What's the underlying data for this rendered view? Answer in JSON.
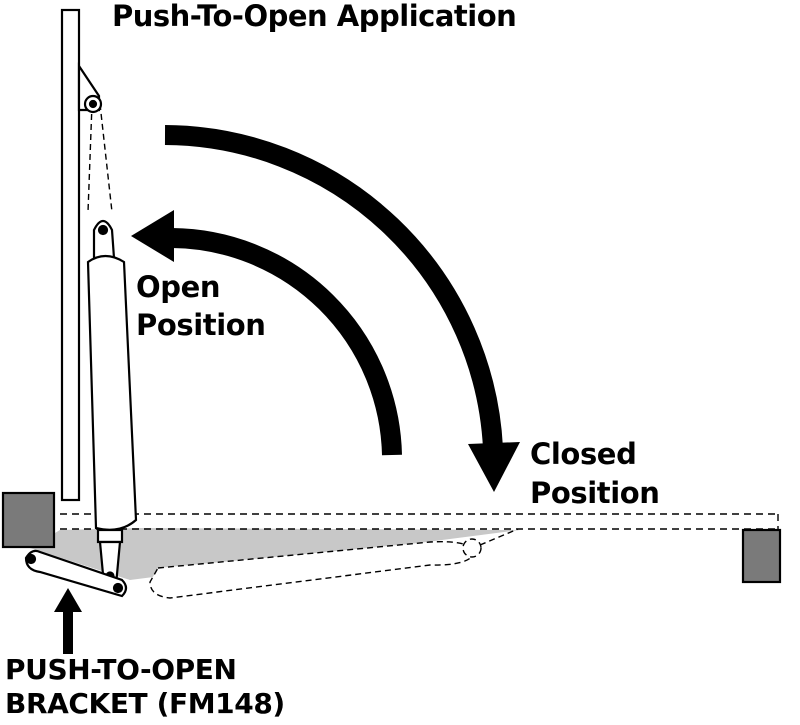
{
  "title": "Push-To-Open Application",
  "open_position": {
    "line1": "Open",
    "line2": "Position"
  },
  "closed_position": {
    "line1": "Closed",
    "line2": "Position"
  },
  "bracket": {
    "line1": "PUSH-TO-OPEN",
    "line2": "BRACKET (FM148)"
  },
  "colors": {
    "ink": "#000000",
    "block_fill": "#7a7a7a",
    "shadow_fill": "#c8c8c8",
    "paper": "#ffffff"
  },
  "icons": [
    "arrow-to-closed-icon",
    "arrow-to-open-icon",
    "up-arrow-icon",
    "hinge-block-icon",
    "strike-block-icon",
    "door-closer-icon"
  ]
}
